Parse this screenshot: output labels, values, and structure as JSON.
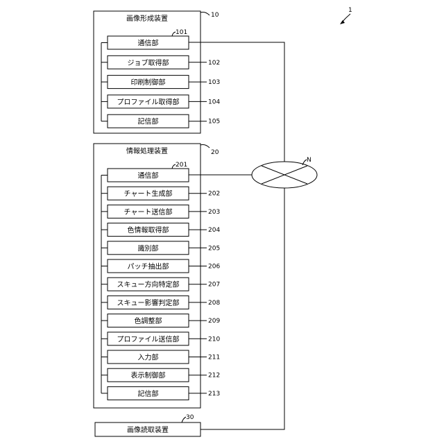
{
  "figure_number": "1",
  "image_forming_device": {
    "title": "画像形成装置",
    "ref": "10",
    "units": [
      {
        "label": "通信部",
        "ref": "101"
      },
      {
        "label": "ジョブ取得部",
        "ref": "102"
      },
      {
        "label": "印刷制御部",
        "ref": "103"
      },
      {
        "label": "プロファイル取得部",
        "ref": "104"
      },
      {
        "label": "記信部",
        "ref": "105"
      }
    ]
  },
  "information_processing_device": {
    "title": "情報処理装置",
    "ref": "20",
    "units": [
      {
        "label": "通信部",
        "ref": "201"
      },
      {
        "label": "チャート生成部",
        "ref": "202"
      },
      {
        "label": "チャート送信部",
        "ref": "203"
      },
      {
        "label": "色情報取得部",
        "ref": "204"
      },
      {
        "label": "識別部",
        "ref": "205"
      },
      {
        "label": "パッチ抽出部",
        "ref": "206"
      },
      {
        "label": "スキュー方向特定部",
        "ref": "207"
      },
      {
        "label": "スキュー影響判定部",
        "ref": "208"
      },
      {
        "label": "色調整部",
        "ref": "209"
      },
      {
        "label": "プロファイル送信部",
        "ref": "210"
      },
      {
        "label": "入力部",
        "ref": "211"
      },
      {
        "label": "表示制御部",
        "ref": "212"
      },
      {
        "label": "記信部",
        "ref": "213"
      }
    ]
  },
  "image_reading_device": {
    "title": "画像読取装置",
    "ref": "30"
  },
  "network": {
    "ref": "N"
  }
}
